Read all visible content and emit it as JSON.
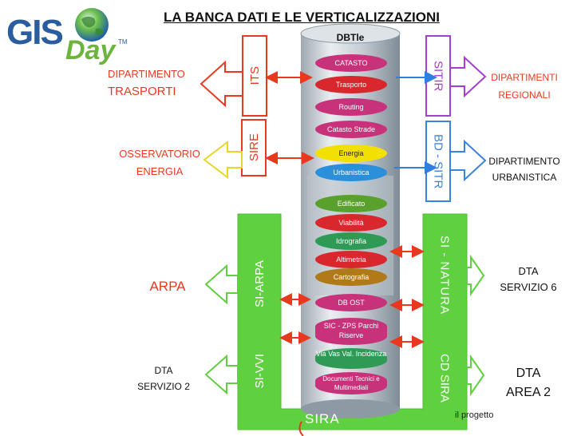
{
  "logo": {
    "gis": "GIS",
    "day": "Day",
    "tm": "TM"
  },
  "title": "LA BANCA DATI E LE VERTICALIZZAZIONI",
  "cylinder": {
    "label": "DBTle"
  },
  "layers": [
    {
      "label": "CATASTO",
      "color": "#c8327a"
    },
    {
      "label": "Trasporto",
      "color": "#d9272e"
    },
    {
      "label": "Routing",
      "color": "#c8327a"
    },
    {
      "label": "Catasto Strade",
      "color": "#c8327a"
    },
    {
      "label": "Energia",
      "color": "#f2e000"
    },
    {
      "label": "Urbanistica",
      "color": "#2b8fd9"
    },
    {
      "label": "Edificato",
      "color": "#5aa02c"
    },
    {
      "label": "Viabilità",
      "color": "#d9272e"
    },
    {
      "label": "Idrografia",
      "color": "#2f9a55"
    },
    {
      "label": "Altimetria",
      "color": "#d9272e"
    },
    {
      "label": "Cartografia",
      "color": "#b07a1a"
    },
    {
      "label": "DB OST",
      "color": "#c8327a"
    },
    {
      "label": "SIC - ZPS Parchi Riserve",
      "color": "#c8327a"
    },
    {
      "label": "Via Vas Val. Incidenza",
      "color": "#2f9a55"
    },
    {
      "label": "Documenti Tecnici e Multimediali",
      "color": "#c8327a"
    }
  ],
  "systems": {
    "its": "ITS",
    "sire": "SIRE",
    "sitir": "SITIR",
    "bd_sitr": "BD - SITR",
    "si_arpa": "SI-ARPA",
    "si_vvi": "SI-VVI",
    "si_natura": "SI - NATURA",
    "cd_sira": "CD SIRA",
    "sira": "SIRA"
  },
  "targets": {
    "dip_trasporti_1": "DIPARTIMENTO",
    "dip_trasporti_2": "TRASPORTI",
    "oss_energia_1": "OSSERVATORIO",
    "oss_energia_2": "ENERGIA",
    "arpa": "ARPA",
    "dta_s2_1": "DTA",
    "dta_s2_2": "SERVIZIO 2",
    "dip_regionali_1": "DIPARTIMENTI",
    "dip_regionali_2": "REGIONALI",
    "dip_urb_1": "DIPARTIMENTO",
    "dip_urb_2": "URBANISTICA",
    "dta_s6_1": "DTA",
    "dta_s6_2": "SERVIZIO 6",
    "dta_a2_1": "DTA",
    "dta_a2_2": "AREA 2"
  },
  "footer": {
    "progetto": "il progetto"
  },
  "colors": {
    "red": "#e8391f",
    "purple": "#a23ed0",
    "blue": "#3b82e0",
    "green": "#5fd040",
    "arrow_blue": "#2f7fe0"
  }
}
